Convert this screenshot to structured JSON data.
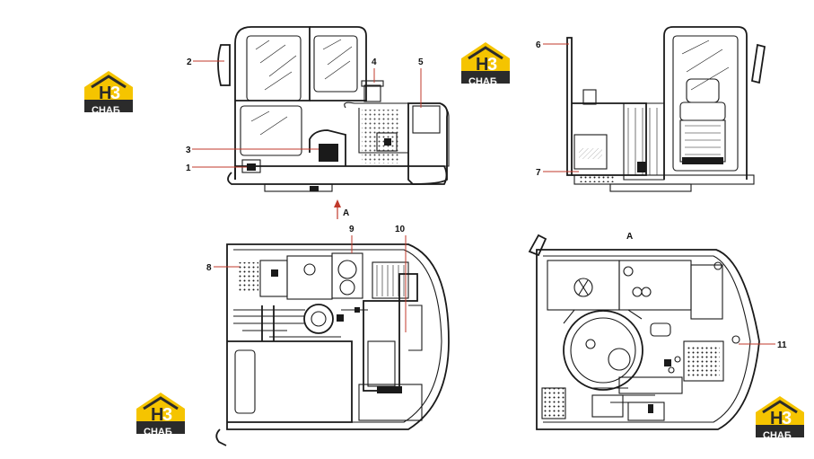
{
  "callouts": {
    "c1": "1",
    "c2": "2",
    "c3": "3",
    "c4": "4",
    "c5": "5",
    "c6": "6",
    "c7": "7",
    "c8": "8",
    "c9": "9",
    "c10": "10",
    "c11": "11"
  },
  "view_labels": {
    "arrow_a": "A",
    "view_a": "A"
  },
  "watermark": {
    "top": "H",
    "top_accent": "3",
    "bottom": "СНАБ"
  },
  "colors": {
    "leader": "#c0392b",
    "logo_yellow": "#f5c400",
    "logo_dark": "#2b2b2b"
  }
}
